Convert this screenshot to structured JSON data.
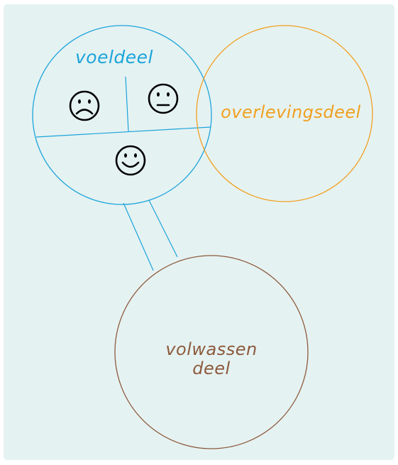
{
  "labels": {
    "voeldeel": "voeldeel",
    "overlevingsdeel": "overlevingsdeel",
    "volwassen_line1": "volwassen",
    "volwassen_line2": "deel"
  },
  "colors": {
    "background": "#e5f2f2",
    "voeldeel": "#1ba4da",
    "overlevingsdeel": "#f0a020",
    "volwassen": "#8c5a3c",
    "face": "#000000"
  },
  "icons": [
    "sad-face-icon",
    "neutral-face-icon",
    "happy-face-icon"
  ]
}
